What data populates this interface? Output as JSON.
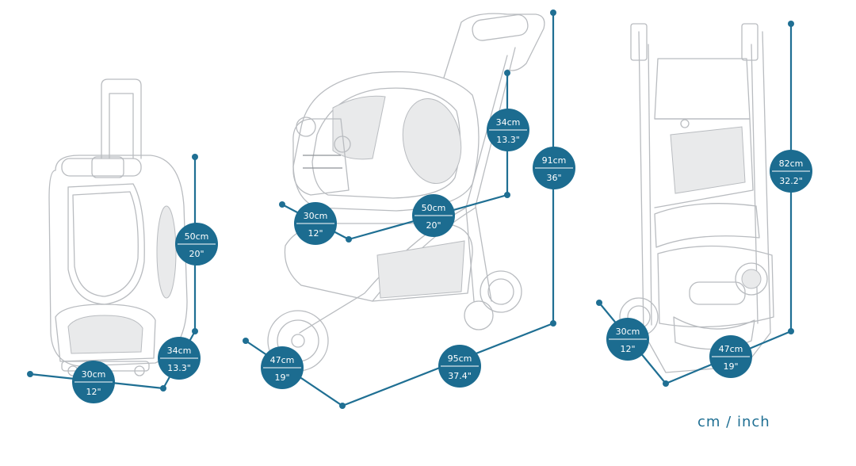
{
  "units_label": "cm / inch",
  "colors": {
    "accent": "#1c6c90",
    "line_art": "#b9bcc0"
  },
  "dimensions": [
    {
      "id": "backpack-height",
      "metric": "50cm",
      "imperial": "20\""
    },
    {
      "id": "backpack-depth",
      "metric": "34cm",
      "imperial": "13.3\""
    },
    {
      "id": "backpack-width",
      "metric": "30cm",
      "imperial": "12\""
    },
    {
      "id": "carrier-height",
      "metric": "34cm",
      "imperial": "13.3\""
    },
    {
      "id": "carrier-length",
      "metric": "50cm",
      "imperial": "20\""
    },
    {
      "id": "carrier-width",
      "metric": "30cm",
      "imperial": "12\""
    },
    {
      "id": "stroller-height",
      "metric": "91cm",
      "imperial": "36\""
    },
    {
      "id": "stroller-length",
      "metric": "95cm",
      "imperial": "37.4\""
    },
    {
      "id": "stroller-width",
      "metric": "47cm",
      "imperial": "19\""
    },
    {
      "id": "folded-height",
      "metric": "82cm",
      "imperial": "32.2\""
    },
    {
      "id": "folded-depth",
      "metric": "30cm",
      "imperial": "12\""
    },
    {
      "id": "folded-width",
      "metric": "47cm",
      "imperial": "19\""
    }
  ]
}
